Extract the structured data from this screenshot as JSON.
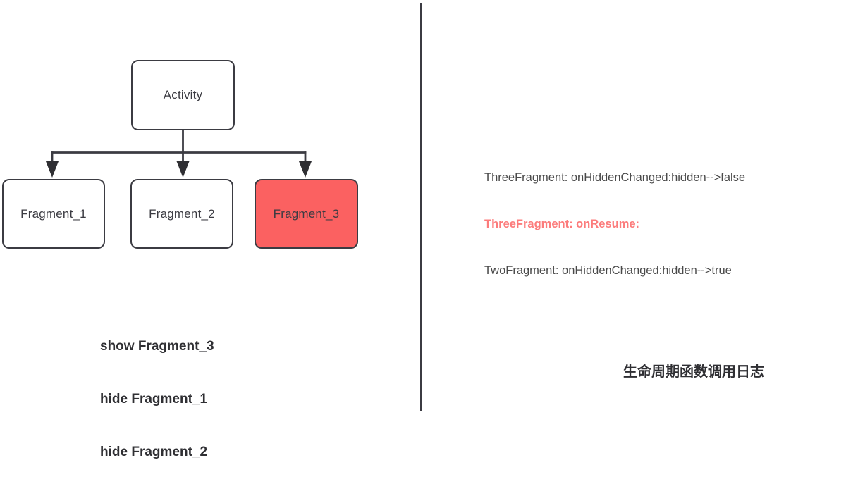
{
  "diagram": {
    "nodes": [
      {
        "id": "activity",
        "label": "Activity",
        "state": "normal"
      },
      {
        "id": "fragment_1",
        "label": "Fragment_1",
        "state": "normal"
      },
      {
        "id": "fragment_2",
        "label": "Fragment_2",
        "state": "normal"
      },
      {
        "id": "fragment_3",
        "label": "Fragment_3",
        "state": "highlighted"
      }
    ],
    "edges": [
      {
        "from": "activity",
        "to": "fragment_1",
        "arrow": "down"
      },
      {
        "from": "activity",
        "to": "fragment_2",
        "arrow": "down"
      },
      {
        "from": "activity",
        "to": "fragment_3",
        "arrow": "down"
      }
    ],
    "caption_lines": [
      "show Fragment_3",
      "hide Fragment_1",
      "hide Fragment_2"
    ]
  },
  "log_panel": {
    "lines": [
      {
        "text": "ThreeFragment: onHiddenChanged:hidden-->false",
        "highlighted": false
      },
      {
        "text": "ThreeFragment: onResume:",
        "highlighted": true
      },
      {
        "text": "TwoFragment: onHiddenChanged:hidden-->true",
        "highlighted": false
      }
    ],
    "caption": "生命周期函数调用日志"
  },
  "colors": {
    "stroke": "#3b3b42",
    "node_fill": "#ffffff",
    "accent_fill": "#fb6161",
    "highlight_text": "#fc7c7c",
    "log_text": "#4a4a4a",
    "background": "#ffffff"
  }
}
